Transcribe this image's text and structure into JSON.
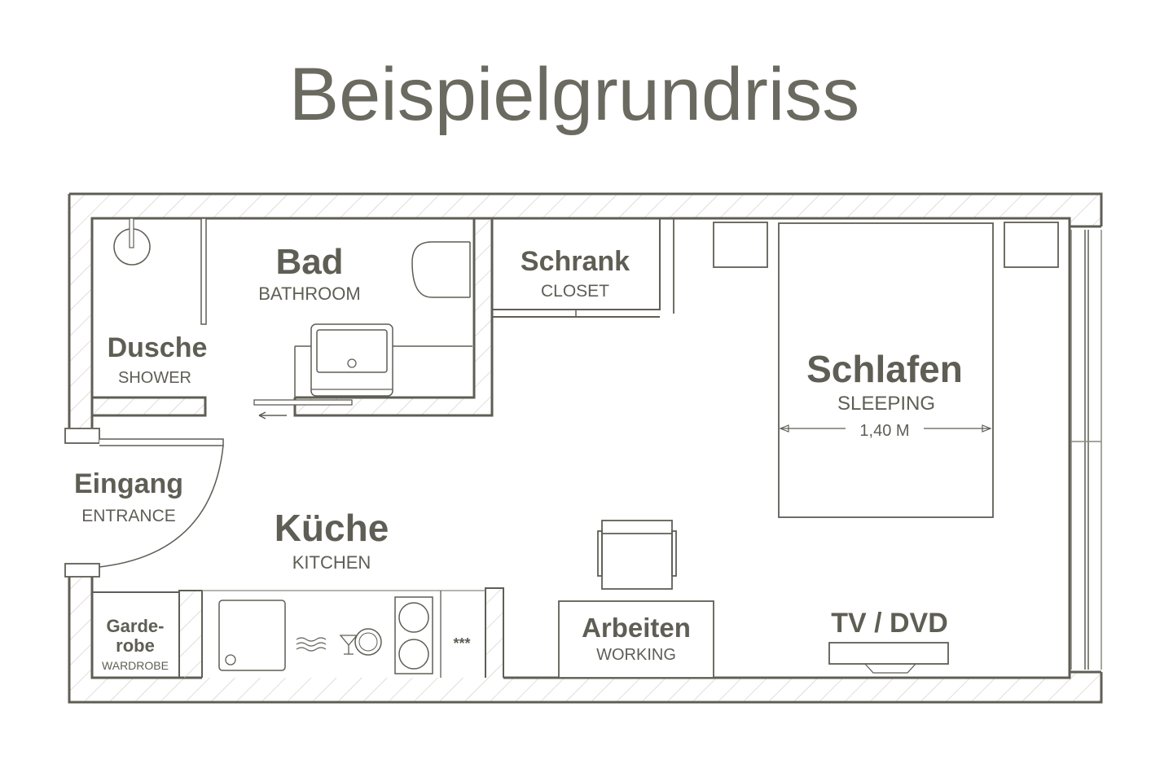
{
  "title": "Beispielgrundriss",
  "rooms": {
    "bad": {
      "de": "Bad",
      "en": "BATHROOM"
    },
    "dusche": {
      "de": "Dusche",
      "en": "SHOWER"
    },
    "schrank": {
      "de": "Schrank",
      "en": "CLOSET"
    },
    "schlafen": {
      "de": "Schlafen",
      "en": "SLEEPING",
      "dimension": "1,40 M"
    },
    "eingang": {
      "de": "Eingang",
      "en": "ENTRANCE"
    },
    "kueche": {
      "de": "Küche",
      "en": "KITCHEN"
    },
    "garderobe": {
      "de_line1": "Garde-",
      "de_line2": "robe",
      "en": "WARDROBE"
    },
    "arbeiten": {
      "de": "Arbeiten",
      "en": "WORKING"
    },
    "tv": {
      "de": "TV / DVD"
    },
    "stars": "***"
  },
  "colors": {
    "line": "#5f5e55",
    "text": "#5f5e55",
    "hatch": "#c8c6bd"
  }
}
